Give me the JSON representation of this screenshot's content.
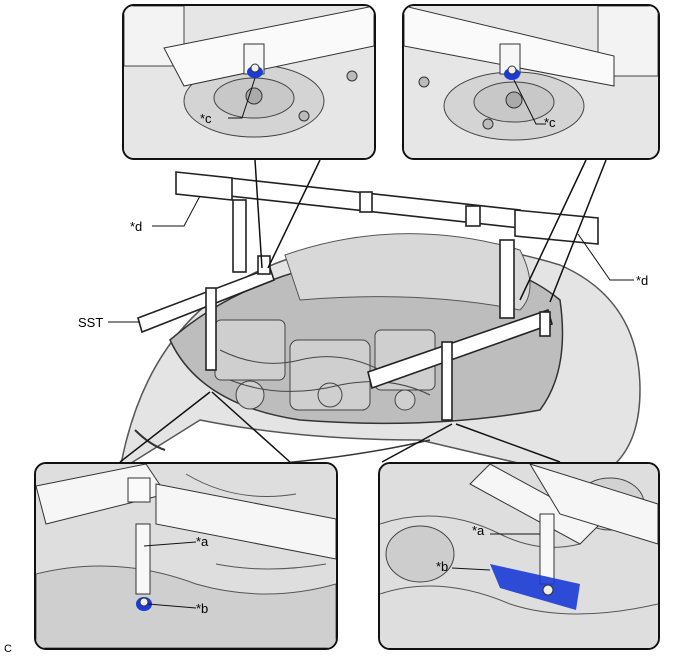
{
  "labels": {
    "a": "*a",
    "b": "*b",
    "c": "*c",
    "d": "*d",
    "sst": "SST"
  },
  "figure_code": "C",
  "colors": {
    "highlight_blue": "#1a3bd6",
    "outline": "#111111",
    "engine_grey": "#cfcfcf",
    "body_grey": "#e4e4e4"
  }
}
